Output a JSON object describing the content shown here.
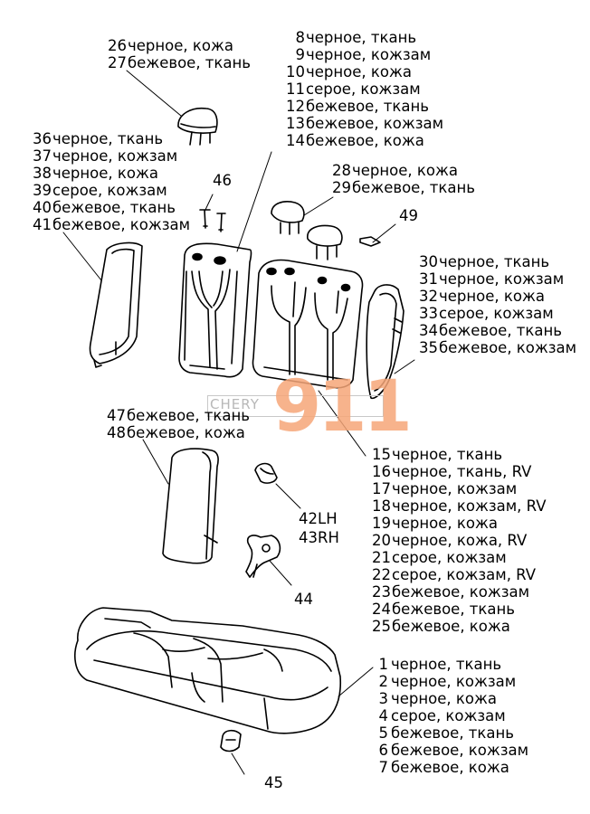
{
  "labels": {
    "g26": [
      {
        "n": "26",
        "t": "черное, кожа"
      },
      {
        "n": "27",
        "t": "бежевое, ткань"
      }
    ],
    "g8": [
      {
        "n": "8",
        "t": "черное, ткань"
      },
      {
        "n": "9",
        "t": "черное, кожзам"
      },
      {
        "n": "10",
        "t": "черное, кожа"
      },
      {
        "n": "11",
        "t": "серое, кожзам"
      },
      {
        "n": "12",
        "t": "бежевое, ткань"
      },
      {
        "n": "13",
        "t": "бежевое, кожзам"
      },
      {
        "n": "14",
        "t": "бежевое, кожа"
      }
    ],
    "g36": [
      {
        "n": "36",
        "t": "черное, ткань"
      },
      {
        "n": "37",
        "t": "черное, кожзам"
      },
      {
        "n": "38",
        "t": "черное, кожа"
      },
      {
        "n": "39",
        "t": "серое, кожзам"
      },
      {
        "n": "40",
        "t": "бежевое, ткань"
      },
      {
        "n": "41",
        "t": "бежевое, кожзам"
      }
    ],
    "g28": [
      {
        "n": "28",
        "t": "черное, кожа"
      },
      {
        "n": "29",
        "t": "бежевое, ткань"
      }
    ],
    "g30": [
      {
        "n": "30",
        "t": "черное, ткань"
      },
      {
        "n": "31",
        "t": "черное, кожзам"
      },
      {
        "n": "32",
        "t": "черное, кожа"
      },
      {
        "n": "33",
        "t": "серое, кожзам"
      },
      {
        "n": "34",
        "t": "бежевое, ткань"
      },
      {
        "n": "35",
        "t": "бежевое, кожзам"
      }
    ],
    "g47": [
      {
        "n": "47",
        "t": "бежевое, ткань"
      },
      {
        "n": "48",
        "t": "бежевое, кожа"
      }
    ],
    "g15": [
      {
        "n": "15",
        "t": "черное, ткань"
      },
      {
        "n": "16",
        "t": "черное, ткань, RV"
      },
      {
        "n": "17",
        "t": "черное, кожзам"
      },
      {
        "n": "18",
        "t": "черное, кожзам, RV"
      },
      {
        "n": "19",
        "t": "черное, кожа"
      },
      {
        "n": "20",
        "t": "черное, кожа, RV"
      },
      {
        "n": "21",
        "t": "серое, кожзам"
      },
      {
        "n": "22",
        "t": "серое, кожзам, RV"
      },
      {
        "n": "23",
        "t": "бежевое, кожзам"
      },
      {
        "n": "24",
        "t": "бежевое, ткань"
      },
      {
        "n": "25",
        "t": "бежевое, кожа"
      }
    ],
    "g1": [
      {
        "n": "1",
        "t": "черное, ткань"
      },
      {
        "n": "2",
        "t": "черное, кожзам"
      },
      {
        "n": "3",
        "t": "черное, кожа"
      },
      {
        "n": "4",
        "t": "серое, кожзам"
      },
      {
        "n": "5",
        "t": "бежевое, ткань"
      },
      {
        "n": "6",
        "t": "бежевое, кожзам"
      },
      {
        "n": "7",
        "t": "бежевое, кожа"
      }
    ],
    "single": {
      "n46": "46",
      "n49": "49",
      "n42": "42LH",
      "n43": "43RH",
      "n44": "44",
      "n45": "45"
    }
  },
  "watermark": {
    "text": "CHERY",
    "logo": "911",
    "color": "#f6a678"
  }
}
